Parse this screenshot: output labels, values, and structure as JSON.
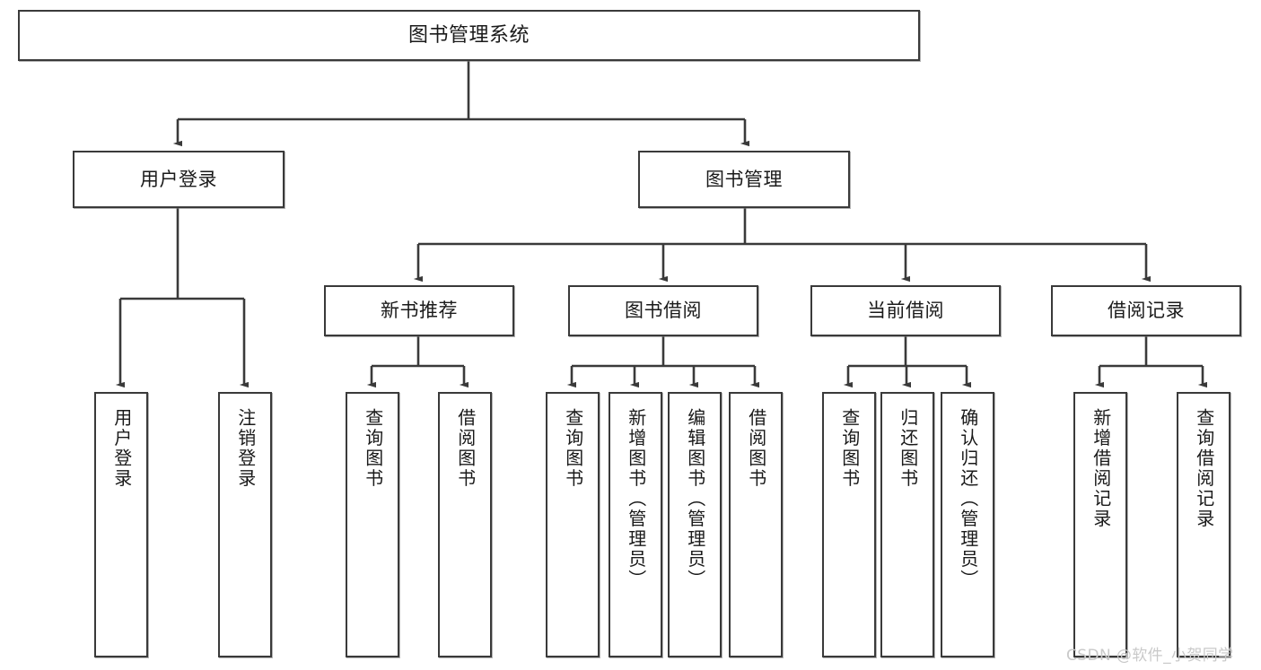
{
  "diagram": {
    "type": "tree-hierarchy",
    "orientation": "top-down",
    "title": "图书管理系统",
    "colors": {
      "box_border": "#3a3a3a",
      "box_fill": "#ffffff",
      "edge": "#3a3a3a",
      "text": "#1a1a1a",
      "watermark": "#c9c9c9",
      "background": "#ffffff"
    },
    "watermark": "CSDN @软件_小贺同学",
    "nodes": {
      "root": {
        "label": "图书管理系统"
      },
      "level1": [
        {
          "id": "user-login",
          "label": "用户登录"
        },
        {
          "id": "book-manage",
          "label": "图书管理"
        }
      ],
      "level2": [
        {
          "id": "new-book-rec",
          "label": "新书推荐",
          "parent": "book-manage"
        },
        {
          "id": "book-borrow",
          "label": "图书借阅",
          "parent": "book-manage"
        },
        {
          "id": "current-borrow",
          "label": "当前借阅",
          "parent": "book-manage"
        },
        {
          "id": "borrow-record",
          "label": "借阅记录",
          "parent": "book-manage"
        }
      ],
      "leaves": [
        {
          "id": "leaf-user-login",
          "label": "用户登录",
          "parent": "user-login"
        },
        {
          "id": "leaf-logout-login",
          "label": "注销登录",
          "parent": "user-login"
        },
        {
          "id": "leaf-query-book-1",
          "label": "查询图书",
          "parent": "new-book-rec"
        },
        {
          "id": "leaf-borrow-book-1",
          "label": "借阅图书",
          "parent": "new-book-rec"
        },
        {
          "id": "leaf-query-book-2",
          "label": "查询图书",
          "parent": "book-borrow"
        },
        {
          "id": "leaf-add-book",
          "label": "新增图书（管理员）",
          "parent": "book-borrow"
        },
        {
          "id": "leaf-edit-book",
          "label": "编辑图书（管理员）",
          "parent": "book-borrow"
        },
        {
          "id": "leaf-borrow-book-2",
          "label": "借阅图书",
          "parent": "book-borrow"
        },
        {
          "id": "leaf-query-book-3",
          "label": "查询图书",
          "parent": "current-borrow"
        },
        {
          "id": "leaf-return-book",
          "label": "归还图书",
          "parent": "current-borrow"
        },
        {
          "id": "leaf-confirm-return",
          "label": "确认归还（管理员）",
          "parent": "current-borrow"
        },
        {
          "id": "leaf-add-record",
          "label": "新增借阅记录",
          "parent": "borrow-record"
        },
        {
          "id": "leaf-query-record",
          "label": "查询借阅记录",
          "parent": "borrow-record"
        }
      ]
    }
  }
}
